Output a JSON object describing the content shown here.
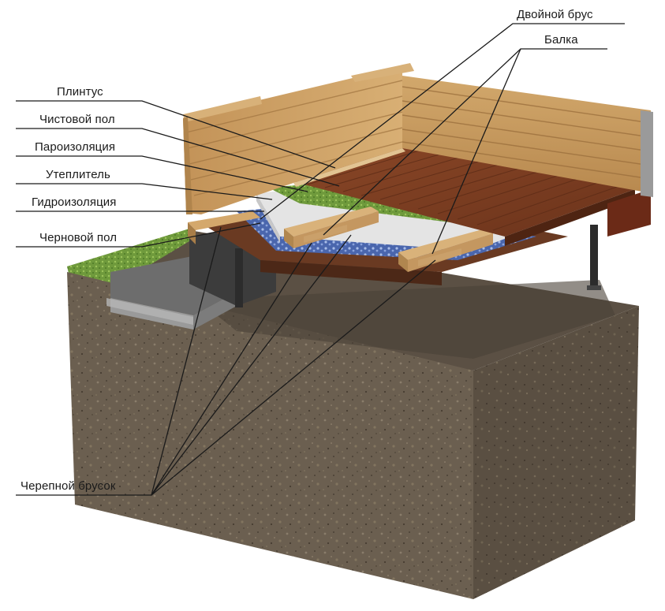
{
  "labels": {
    "double_beam": "Двойной брус",
    "beam": "Балка",
    "baseboard": "Плинтус",
    "finish_floor": "Чистовой пол",
    "vapor_barrier": "Пароизоляция",
    "insulation": "Утеплитель",
    "waterproofing": "Гидроизоляция",
    "subfloor": "Черновой пол",
    "cranial_bar": "Черепной брусок"
  },
  "icons": {
    "soil": "soil-block-icon",
    "grass": "grass-icon",
    "foundation": "concrete-foundation-icon",
    "wall": "log-wall-icon",
    "floor": "plank-floor-icon"
  },
  "colors": {
    "soil_top": "#5e5345",
    "soil_front": "#6e6253",
    "soil_side": "#574c3f",
    "grass": "#6f9a3c",
    "wood": "#c89a5e",
    "wood_dark": "#a97e48",
    "floor": "#7a3d22",
    "floor_line": "#5d2c17",
    "concrete": "#8c8c8c",
    "insulation": "#e6e6e6",
    "waterproof": "#4f6fb8",
    "leader": "#1a1a1a"
  }
}
